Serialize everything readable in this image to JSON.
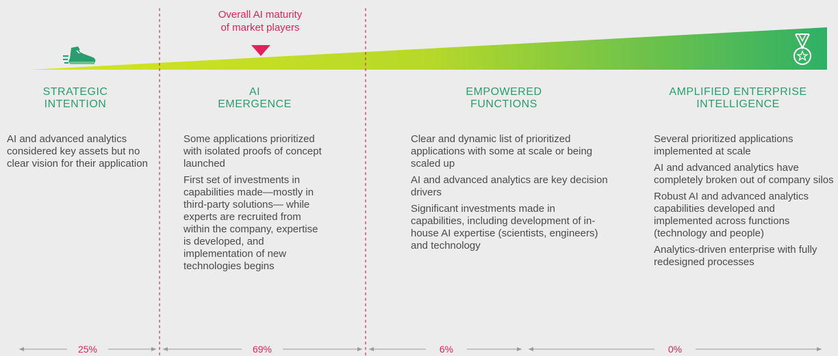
{
  "marker": {
    "line1": "Overall AI maturity",
    "line2": "of market players"
  },
  "colors": {
    "accent": "#e0235a",
    "green": "#2a9d6e",
    "ramp_start": "#d4e61e",
    "ramp_end": "#2fb066"
  },
  "icons": {
    "start": "sneaker-icon",
    "end": "medal-icon"
  },
  "stages": [
    {
      "title_line1": "STRATEGIC",
      "title_line2": "INTENTION",
      "paragraphs": [
        "AI and advanced analytics considered key assets but no clear vision for their application"
      ],
      "share": "25%"
    },
    {
      "title_line1": "AI",
      "title_line2": "EMERGENCE",
      "paragraphs": [
        "Some applications prioritized with isolated proofs of concept launched",
        "First set of investments in capabilities made—mostly in third-party solutions— while experts are recruited from within the company, expertise is developed, and implementation of new technologies begins"
      ],
      "share": "69%"
    },
    {
      "title_line1": "EMPOWERED",
      "title_line2": "FUNCTIONS",
      "paragraphs": [
        "Clear and dynamic list of prioritized applications with some at scale or being scaled up",
        "AI and advanced analytics are key decision drivers",
        "Significant investments made in capabilities, including development of in-house AI expertise (scientists, engineers) and technology"
      ],
      "share": "6%"
    },
    {
      "title_line1": "AMPLIFIED ENTERPRISE",
      "title_line2": "INTELLIGENCE",
      "paragraphs": [
        "Several prioritized applications implemented at scale",
        "AI and advanced analytics have completely broken out of company silos",
        "Robust AI and advanced analytics capabilities developed and implemented across functions (technology and people)",
        "Analytics-driven enterprise with fully redesigned processes"
      ],
      "share": "0%"
    }
  ]
}
